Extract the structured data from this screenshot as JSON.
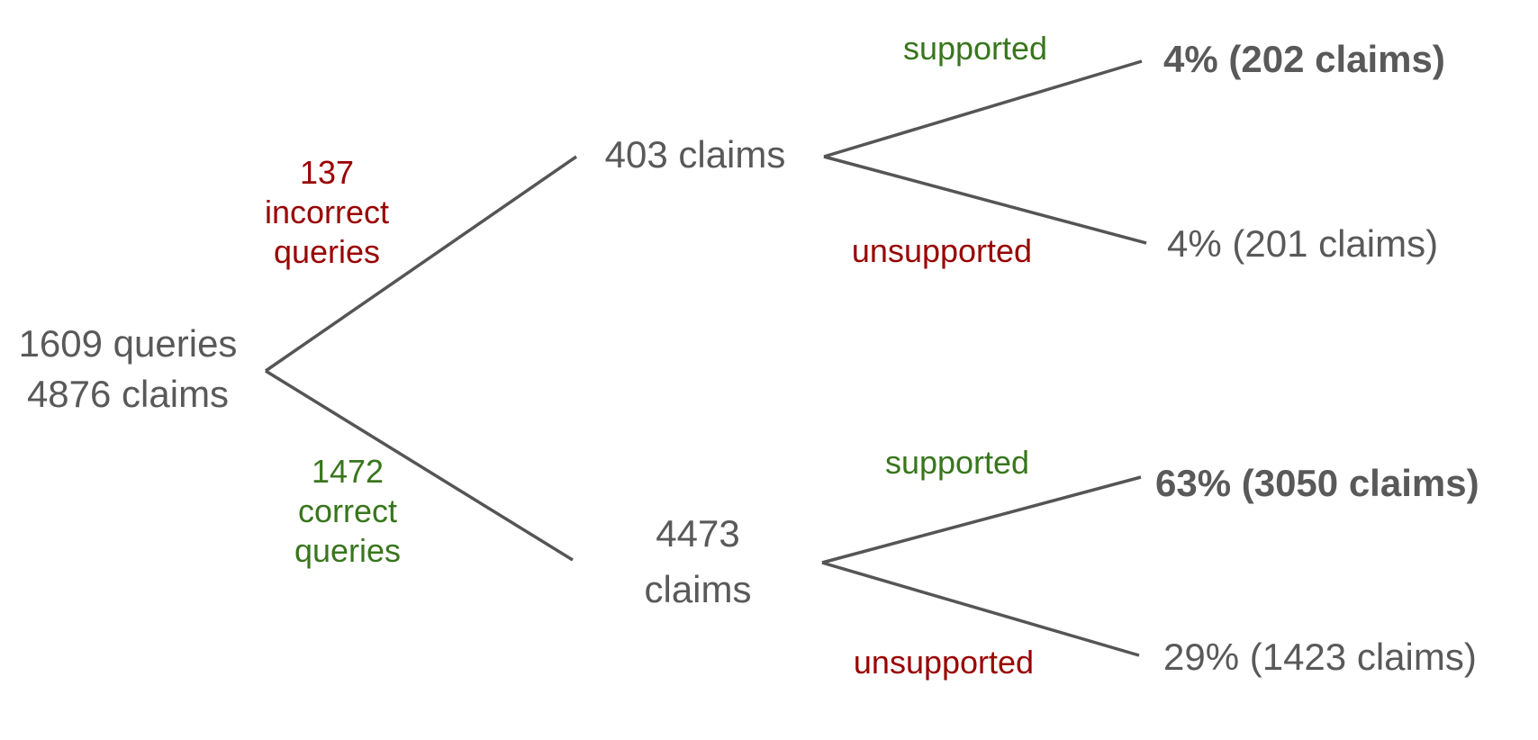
{
  "colors": {
    "background": "#ffffff",
    "text_gray": "#595959",
    "line_gray": "#555555",
    "green": "#38761d",
    "red": "#990000"
  },
  "tree": {
    "root": {
      "line1": "1609 queries",
      "line2": "4876 claims"
    },
    "branch_incorrect": {
      "line1": "137",
      "line2": "incorrect",
      "line3": "queries"
    },
    "branch_correct": {
      "line1": "1472",
      "line2": "correct",
      "line3": "queries"
    },
    "node_incorrect": {
      "label": "403 claims"
    },
    "node_correct": {
      "line1": "4473",
      "line2": "claims"
    },
    "incorrect_supported": {
      "edge_label": "supported",
      "result": "4% (202 claims)"
    },
    "incorrect_unsupported": {
      "edge_label": "unsupported",
      "result": "4% (201 claims)"
    },
    "correct_supported": {
      "edge_label": "supported",
      "result": "63% (3050 claims)"
    },
    "correct_unsupported": {
      "edge_label": "unsupported",
      "result": "29% (1423 claims)"
    }
  }
}
